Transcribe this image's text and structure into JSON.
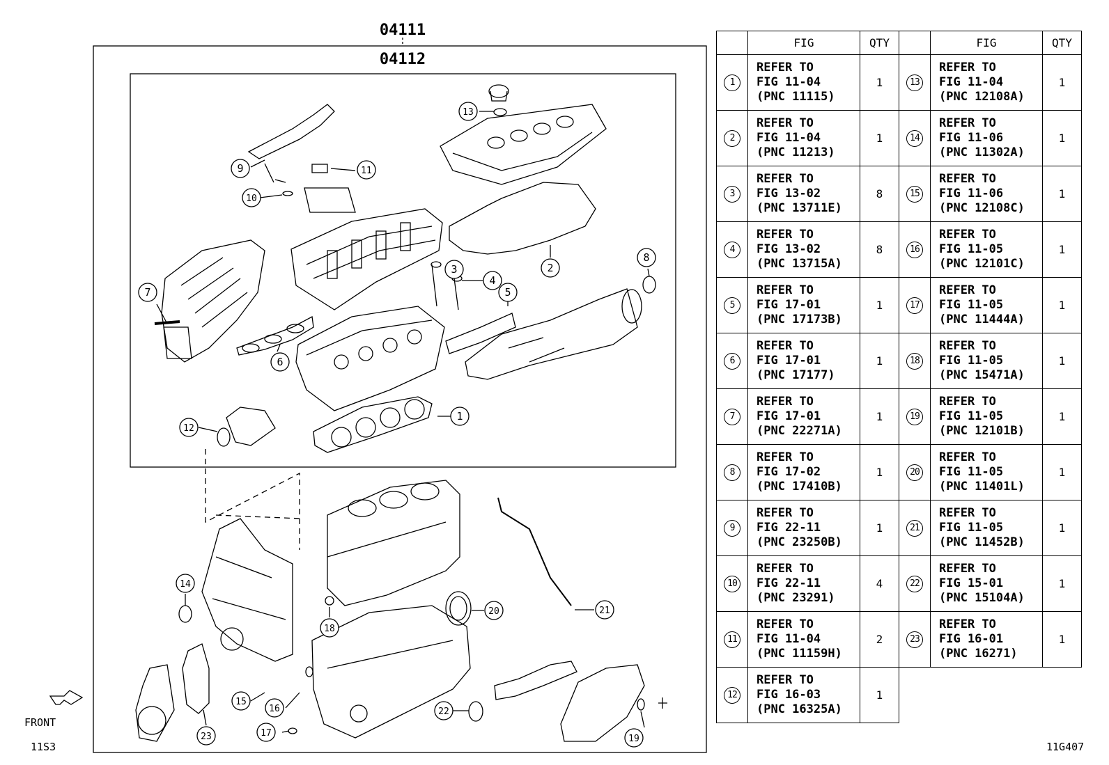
{
  "assembly": {
    "outer_code": "04111",
    "inner_code": "04112"
  },
  "front_label": "FRONT",
  "bottom_left_code": "11S3",
  "bottom_right_code": "11G407",
  "table": {
    "headers": [
      "FIG",
      "QTY",
      "FIG",
      "QTY"
    ],
    "rows": [
      {
        "num": "1",
        "refer": "REFER TO",
        "fig": "FIG 11-04",
        "pnc": "(PNC 11115)",
        "qty": "1"
      },
      {
        "num": "2",
        "refer": "REFER TO",
        "fig": "FIG 11-04",
        "pnc": "(PNC 11213)",
        "qty": "1"
      },
      {
        "num": "3",
        "refer": "REFER TO",
        "fig": "FIG 13-02",
        "pnc": "(PNC 13711E)",
        "qty": "8"
      },
      {
        "num": "4",
        "refer": "REFER TO",
        "fig": "FIG 13-02",
        "pnc": "(PNC 13715A)",
        "qty": "8"
      },
      {
        "num": "5",
        "refer": "REFER TO",
        "fig": "FIG 17-01",
        "pnc": "(PNC 17173B)",
        "qty": "1"
      },
      {
        "num": "6",
        "refer": "REFER TO",
        "fig": "FIG 17-01",
        "pnc": "(PNC 17177)",
        "qty": "1"
      },
      {
        "num": "7",
        "refer": "REFER TO",
        "fig": "FIG 17-01",
        "pnc": "(PNC 22271A)",
        "qty": "1"
      },
      {
        "num": "8",
        "refer": "REFER TO",
        "fig": "FIG 17-02",
        "pnc": "(PNC 17410B)",
        "qty": "1"
      },
      {
        "num": "9",
        "refer": "REFER TO",
        "fig": "FIG 22-11",
        "pnc": "(PNC 23250B)",
        "qty": "1"
      },
      {
        "num": "10",
        "refer": "REFER TO",
        "fig": "FIG 22-11",
        "pnc": "(PNC 23291)",
        "qty": "4"
      },
      {
        "num": "11",
        "refer": "REFER TO",
        "fig": "FIG 11-04",
        "pnc": "(PNC 11159H)",
        "qty": "2"
      },
      {
        "num": "12",
        "refer": "REFER TO",
        "fig": "FIG 16-03",
        "pnc": "(PNC 16325A)",
        "qty": "1"
      },
      {
        "num": "13",
        "refer": "REFER TO",
        "fig": "FIG 11-04",
        "pnc": "(PNC 12108A)",
        "qty": "1"
      },
      {
        "num": "14",
        "refer": "REFER TO",
        "fig": "FIG 11-06",
        "pnc": "(PNC 11302A)",
        "qty": "1"
      },
      {
        "num": "15",
        "refer": "REFER TO",
        "fig": "FIG 11-06",
        "pnc": "(PNC 12108C)",
        "qty": "1"
      },
      {
        "num": "16",
        "refer": "REFER TO",
        "fig": "FIG 11-05",
        "pnc": "(PNC 12101C)",
        "qty": "1"
      },
      {
        "num": "17",
        "refer": "REFER TO",
        "fig": "FIG 11-05",
        "pnc": "(PNC 11444A)",
        "qty": "1"
      },
      {
        "num": "18",
        "refer": "REFER TO",
        "fig": "FIG 11-05",
        "pnc": "(PNC 15471A)",
        "qty": "1"
      },
      {
        "num": "19",
        "refer": "REFER TO",
        "fig": "FIG 11-05",
        "pnc": "(PNC 12101B)",
        "qty": "1"
      },
      {
        "num": "20",
        "refer": "REFER TO",
        "fig": "FIG 11-05",
        "pnc": "(PNC 11401L)",
        "qty": "1"
      },
      {
        "num": "21",
        "refer": "REFER TO",
        "fig": "FIG 11-05",
        "pnc": "(PNC 11452B)",
        "qty": "1"
      },
      {
        "num": "22",
        "refer": "REFER TO",
        "fig": "FIG 15-01",
        "pnc": "(PNC 15104A)",
        "qty": "1"
      },
      {
        "num": "23",
        "refer": "REFER TO",
        "fig": "FIG 16-01",
        "pnc": "(PNC 16271)",
        "qty": "1"
      }
    ]
  },
  "callout_numbers": [
    "1",
    "2",
    "3",
    "4",
    "5",
    "6",
    "7",
    "8",
    "9",
    "10",
    "11",
    "12",
    "13",
    "14",
    "15",
    "16",
    "17",
    "18",
    "19",
    "20",
    "21",
    "22",
    "23"
  ]
}
